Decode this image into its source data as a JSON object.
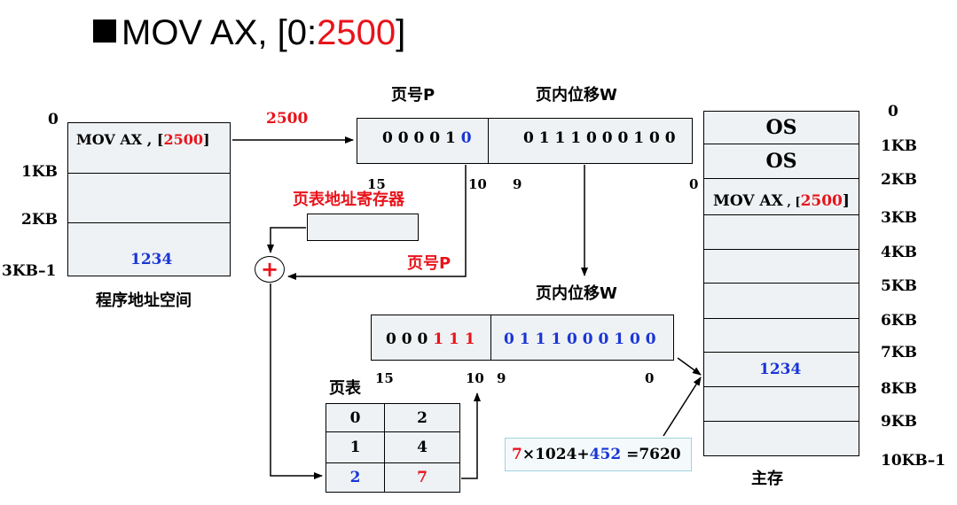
{
  "title": {
    "prefix": "MOV AX, [0:",
    "value": "2500",
    "suffix": "]"
  },
  "program_space": {
    "caption": "程序地址空间",
    "instr_prefix": "MOV AX , [",
    "instr_value": "2500",
    "instr_suffix": "]",
    "data_value": "1234",
    "addr_labels": [
      "0",
      "1KB",
      "2KB",
      "3KB–1"
    ]
  },
  "offset_arrow_label": "2500",
  "logical_address": {
    "page_header": "页号P",
    "offset_header": "页内位移W",
    "page_bits_black": "0 0 0 0 1",
    "page_bits_blue": "0",
    "offset_bits": "0 1 1 1 0 0 0 1 0 0",
    "bit_labels": [
      "15",
      "10",
      "9",
      "0"
    ]
  },
  "page_table_register": {
    "label": "页表地址寄存器"
  },
  "adder_symbol": "+",
  "page_p_label": "页号P",
  "physical_address": {
    "offset_header": "页内位移W",
    "frame_bits_black": "0 0 0 ",
    "frame_bits_red": "1 1 1",
    "offset_bits": "0 1 1 1 0 0 0 1 0 0",
    "bit_labels": [
      "15",
      "10",
      "9",
      "0"
    ]
  },
  "page_table": {
    "title": "页表",
    "rows": [
      {
        "page": "0",
        "frame": "2"
      },
      {
        "page": "1",
        "frame": "4"
      },
      {
        "page": "2",
        "frame": "7"
      }
    ]
  },
  "formula": {
    "p1": "7",
    "p2": "×1024+",
    "p3": "452",
    "p4": " =7620"
  },
  "main_memory": {
    "caption": "主存",
    "os1": "OS",
    "os2": "OS",
    "instr_prefix": "MOV AX",
    "instr_sep": " , [",
    "instr_value": "2500",
    "instr_suffix": "]",
    "data_value": "1234",
    "addr_labels": [
      "0",
      "1KB",
      "2KB",
      "3KB",
      "4KB",
      "5KB",
      "6KB",
      "7KB",
      "8KB",
      "9KB",
      "10KB–1"
    ]
  },
  "colors": {
    "red": "#e8131b",
    "blue": "#1a35d6",
    "box_fill": "#eef2f4"
  }
}
